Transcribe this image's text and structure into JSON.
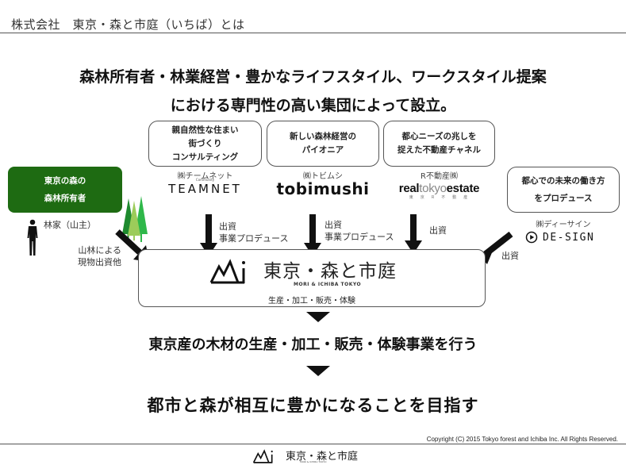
{
  "header": {
    "title": "株式会社　東京・森と市庭（いちば）とは"
  },
  "headline": {
    "line1": "森林所有者・林業経営・豊かなライフスタイル、ワークスタイル提案",
    "line2": "における専門性の高い集団によって設立。"
  },
  "owner": {
    "box_text": "東京の森の\n森林所有者",
    "person_label": "林家（山主）",
    "contribution_label": "山林による\n現物出資他"
  },
  "partners": [
    {
      "description": "親自然性な住まい\n街づくり\nコンサルティング",
      "company": "㈱チームネット",
      "logo_text": "TEAMNET",
      "logo_subtext": "Community",
      "arrow_label": "出資\n事業プロデュース"
    },
    {
      "description": "新しい森林経営の\nパイオニア",
      "company": "㈱トビムシ",
      "logo_text": "tobimushi",
      "arrow_label": "出資\n事業プロデュース"
    },
    {
      "description": "都心ニーズの兆しを\n捉えた不動産チャネル",
      "company": "R不動産㈱",
      "logo_text_bold1": "real",
      "logo_text_light": "tokyo",
      "logo_text_bold2": "estate",
      "logo_subtext": "東　京　R　不　動　産",
      "arrow_label": "出資"
    },
    {
      "description": "都心での未来の働き方\nをプロデュース",
      "company": "㈱ディーサイン",
      "logo_text": "DE-SIGN",
      "arrow_label": "出資"
    }
  ],
  "main_company": {
    "name": "東京・森と市庭",
    "name_en": "MORI & ICHIBA TOKYO",
    "activities": "生産・加工・販売・体験"
  },
  "mid_statement": "東京産の木材の生産・加工・販売・体験事業を行う",
  "final_statement": "都市と森が相互に豊かになることを目指す",
  "footer": {
    "copyright": "Copyright (C) 2015 Tokyo forest and Ichiba Inc. All Rights Reserved.",
    "logo_name": "東京・森と市庭",
    "logo_name_en": "MORI & ICHIBA TOKYO"
  },
  "colors": {
    "owner_green": "#1e6b12",
    "tree_dark": "#1e8a2e",
    "tree_light": "#9ccc5a",
    "tree_mid": "#2fb84a"
  }
}
